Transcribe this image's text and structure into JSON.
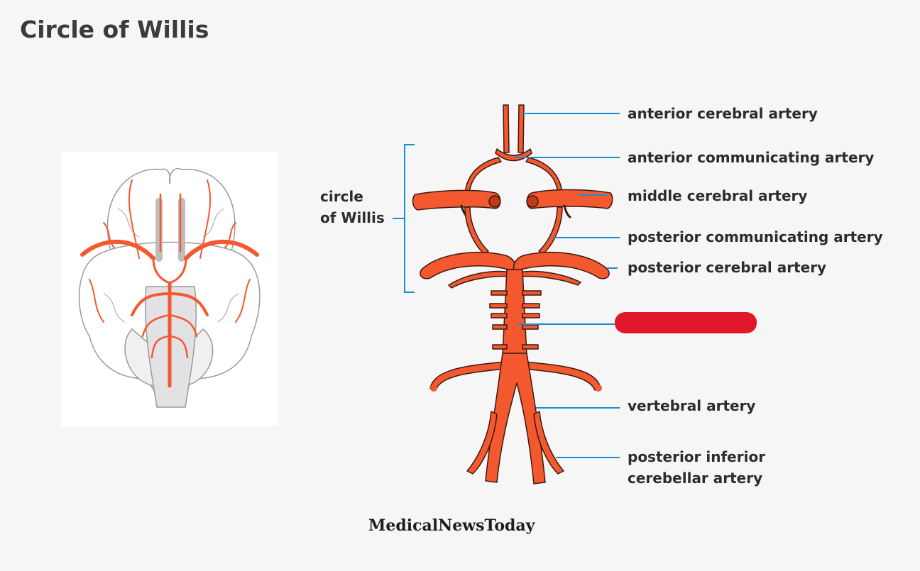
{
  "title": "Circle of Willis",
  "labels": {
    "anterior_cerebral": "anterior cerebral artery",
    "anterior_communicating": "anterior communicating artery",
    "middle_cerebral": "middle cerebral artery",
    "posterior_communicating": "posterior communicating artery",
    "posterior_cerebral": "posterior cerebral artery",
    "vertebral": "vertebral artery",
    "posterior_inferior_cerebellar": "posterior inferior\ncerebellar artery",
    "circle_of_willis": "circle\nof Willis"
  },
  "brand": "MedicalNewsToday",
  "colors": {
    "artery": "#f4582f",
    "artery_outline": "#3a1a10",
    "leader_line": "#1a8fd0",
    "redaction": "#e0172b",
    "title": "#3a3a3f"
  }
}
